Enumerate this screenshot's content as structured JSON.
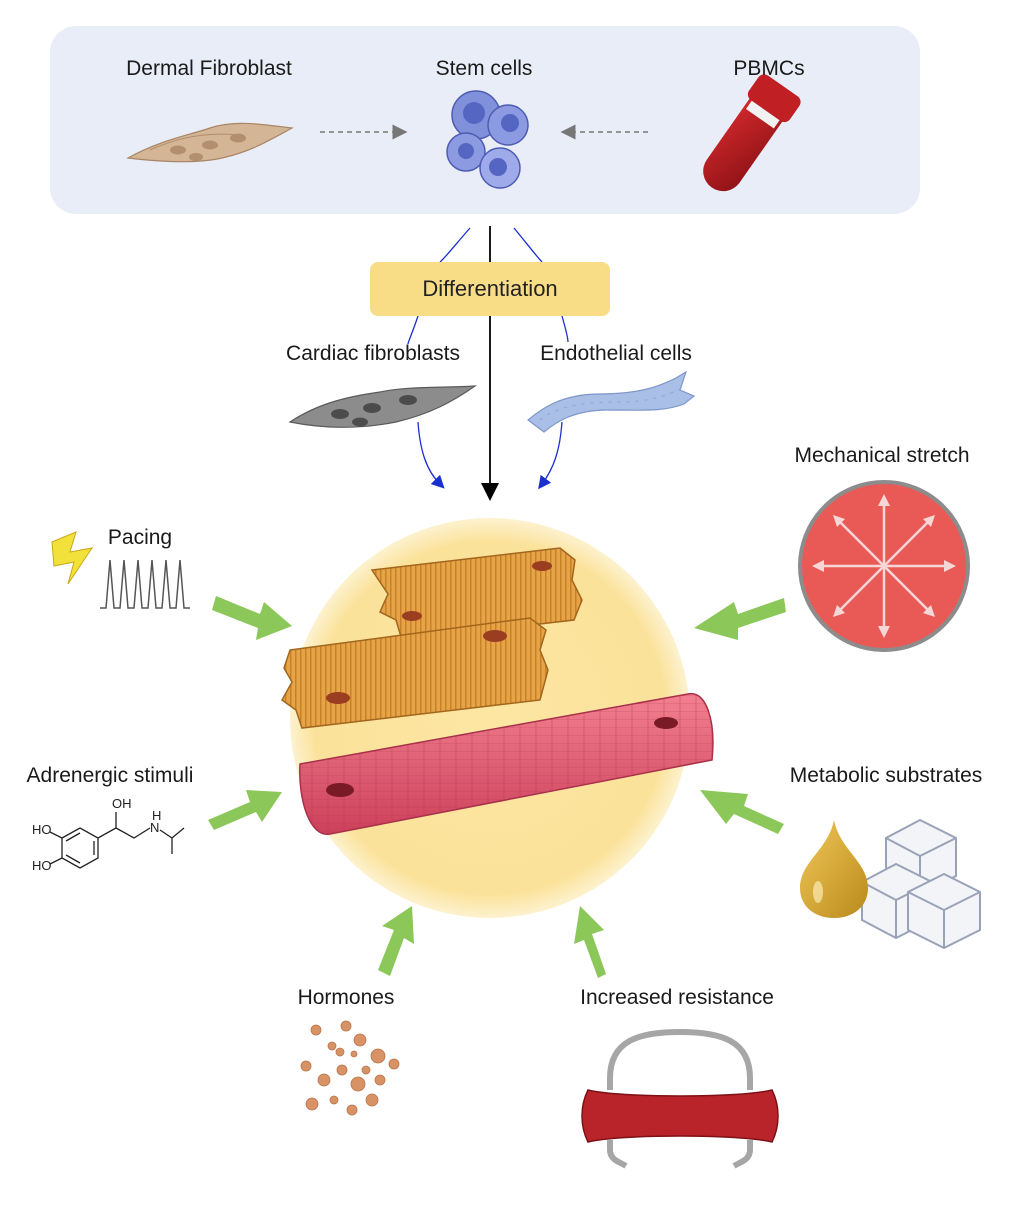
{
  "sources": {
    "dermal_fibroblast": "Dermal Fibroblast",
    "stem_cells": "Stem cells",
    "pbmcs": "PBMCs"
  },
  "process": {
    "differentiation": "Differentiation"
  },
  "support_cells": {
    "cardiac_fibroblasts": "Cardiac fibroblasts",
    "endothelial_cells": "Endothelial cells"
  },
  "stimuli": {
    "pacing": "Pacing",
    "mechanical_stretch": "Mechanical stretch",
    "adrenergic_stimuli": "Adrenergic stimuli",
    "metabolic_substrates": "Metabolic substrates",
    "hormones": "Hormones",
    "increased_resistance": "Increased resistance"
  },
  "chemical_labels": {
    "oh_top": "OH",
    "ho_1": "HO",
    "ho_2": "HO",
    "nh": "N",
    "h": "H"
  },
  "colors": {
    "panel_bg": "#e8edf7",
    "diff_box": "#f9dd86",
    "stimulus_arrow": "#8cc759",
    "center_glow": "#fbe39a",
    "stretch_red": "#e95a57",
    "tissue_orange": "#e2a047",
    "tissue_pink": "#e05a6e",
    "blood_red": "#b71a1f",
    "stem_blue": "#7f8fd8",
    "differentiation_arrow_blue": "#1a2fd0"
  },
  "icons": [
    "lightning-icon",
    "blood-tube-icon",
    "stem-cell-icon",
    "droplet-icon",
    "sugar-cube-icon",
    "resistance-band-icon"
  ]
}
